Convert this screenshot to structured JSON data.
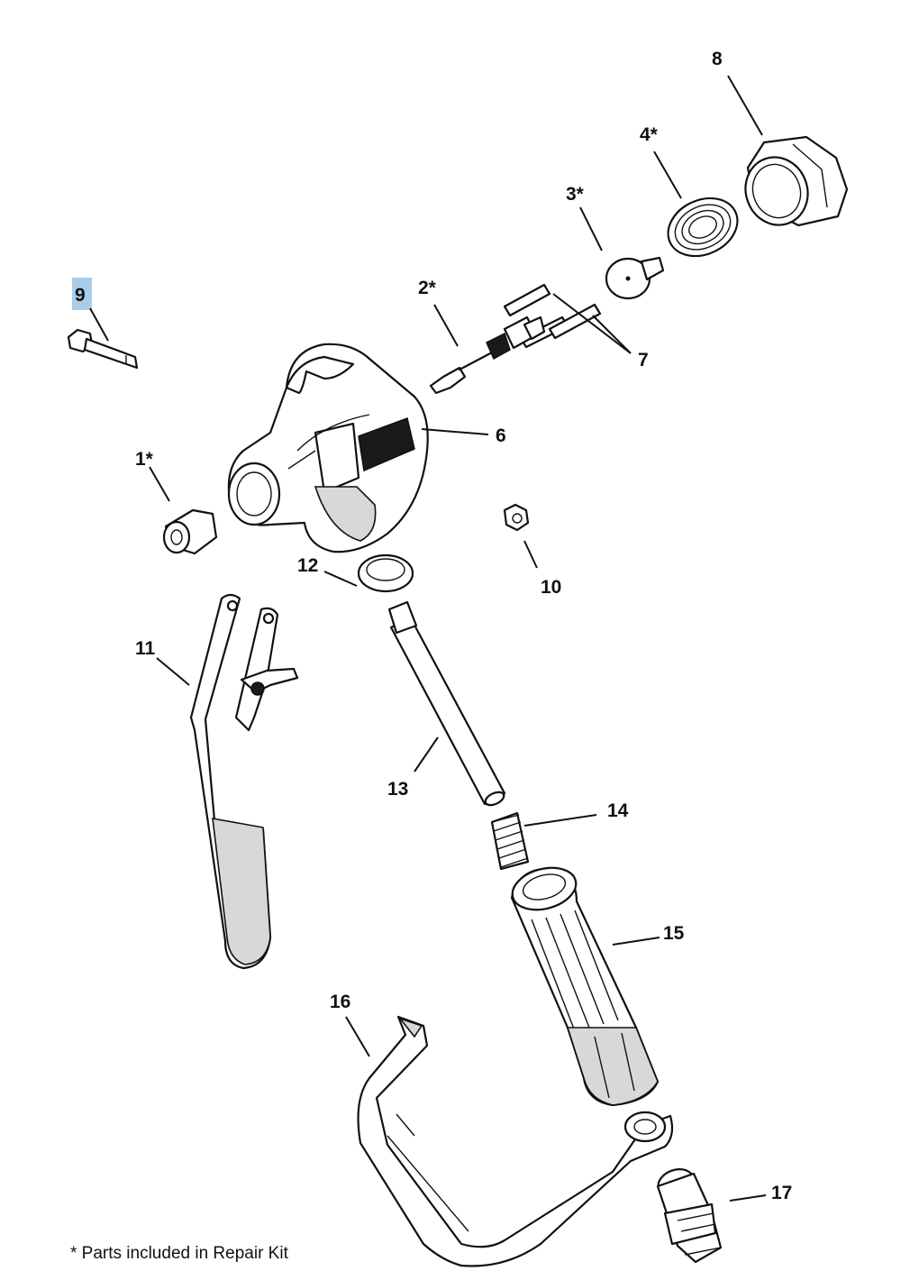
{
  "callouts": {
    "p1": "1*",
    "p2": "2*",
    "p3": "3*",
    "p4": "4*",
    "p6": "6",
    "p7": "7",
    "p8": "8",
    "p9": "9",
    "p10": "10",
    "p11": "11",
    "p12": "12",
    "p13": "13",
    "p14": "14",
    "p15": "15",
    "p16": "16",
    "p17": "17"
  },
  "highlight_color": "#a9cde8",
  "footnote": "* Parts included in Repair Kit"
}
